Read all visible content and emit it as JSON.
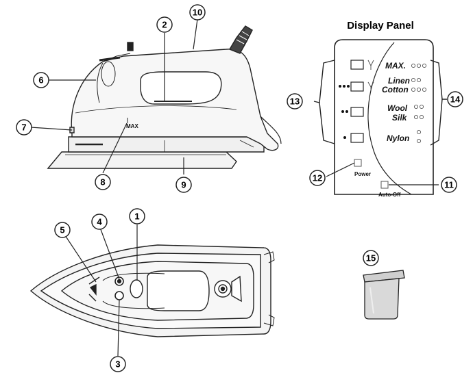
{
  "panel": {
    "title": "Display Panel",
    "settings": [
      "MAX.",
      "Linen",
      "Cotton",
      "Wool",
      "Silk",
      "Nylon"
    ],
    "power_label": "Power",
    "autooff_label": "Auto-Off"
  },
  "iron_label": {
    "max_text": "MAX"
  },
  "callouts": [
    "1",
    "2",
    "3",
    "4",
    "5",
    "6",
    "7",
    "8",
    "9",
    "10",
    "11",
    "12",
    "13",
    "14",
    "15"
  ]
}
